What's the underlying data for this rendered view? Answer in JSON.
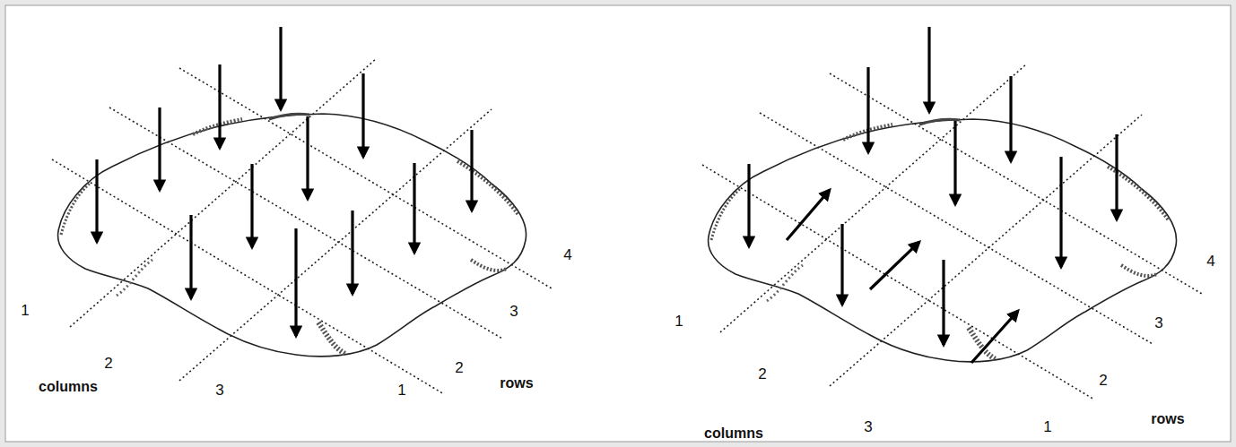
{
  "diagram": {
    "labels": [
      "1",
      "2",
      "columns",
      "3",
      "1",
      "2",
      "rows",
      "3",
      "4",
      "1",
      "2",
      "columns",
      "3",
      "1",
      "2",
      "rows",
      "3",
      "4"
    ]
  }
}
